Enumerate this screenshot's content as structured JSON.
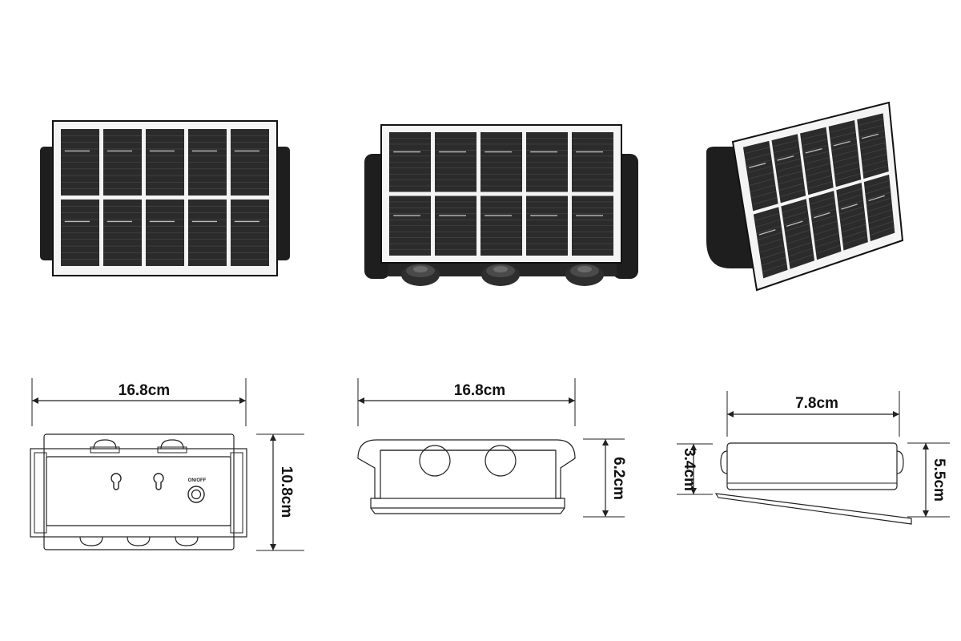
{
  "colors": {
    "panel_frame": "#f4f4f4",
    "cell_fill": "#2b2b2b",
    "cell_line": "#4a4a4a",
    "body_black": "#1e1e1e",
    "line": "#222222"
  },
  "photos": {
    "front": {
      "cell_columns": 5,
      "cell_rows": 2
    },
    "angled": {
      "cell_columns": 5,
      "cell_rows": 2,
      "led_count": 3
    },
    "side": {
      "cell_columns": 5,
      "cell_rows": 2
    }
  },
  "drawings": {
    "front": {
      "width_label": "16.8cm",
      "height_label": "10.8cm",
      "switch_label": "ON/OFF"
    },
    "bottom": {
      "width_label": "16.8cm",
      "height_label": "6.2cm"
    },
    "side": {
      "width_label": "7.8cm",
      "left_height_label": "3.4cm",
      "right_height_label": "5.5cm"
    }
  }
}
